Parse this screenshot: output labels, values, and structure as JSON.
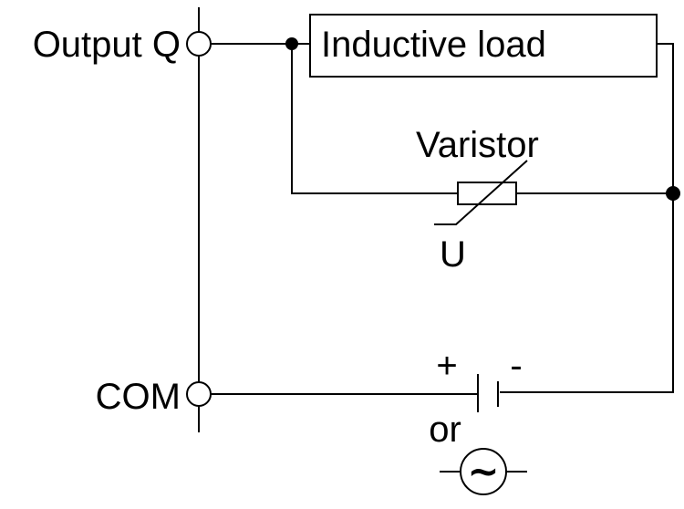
{
  "labels": {
    "output": "Output Q",
    "load": "Inductive load",
    "varistor": "Varistor",
    "u": "U",
    "com": "COM",
    "plus": "+",
    "minus": "-",
    "or": "or",
    "ac_symbol": "~"
  },
  "colors": {
    "line": "#000000",
    "background": "#ffffff"
  }
}
